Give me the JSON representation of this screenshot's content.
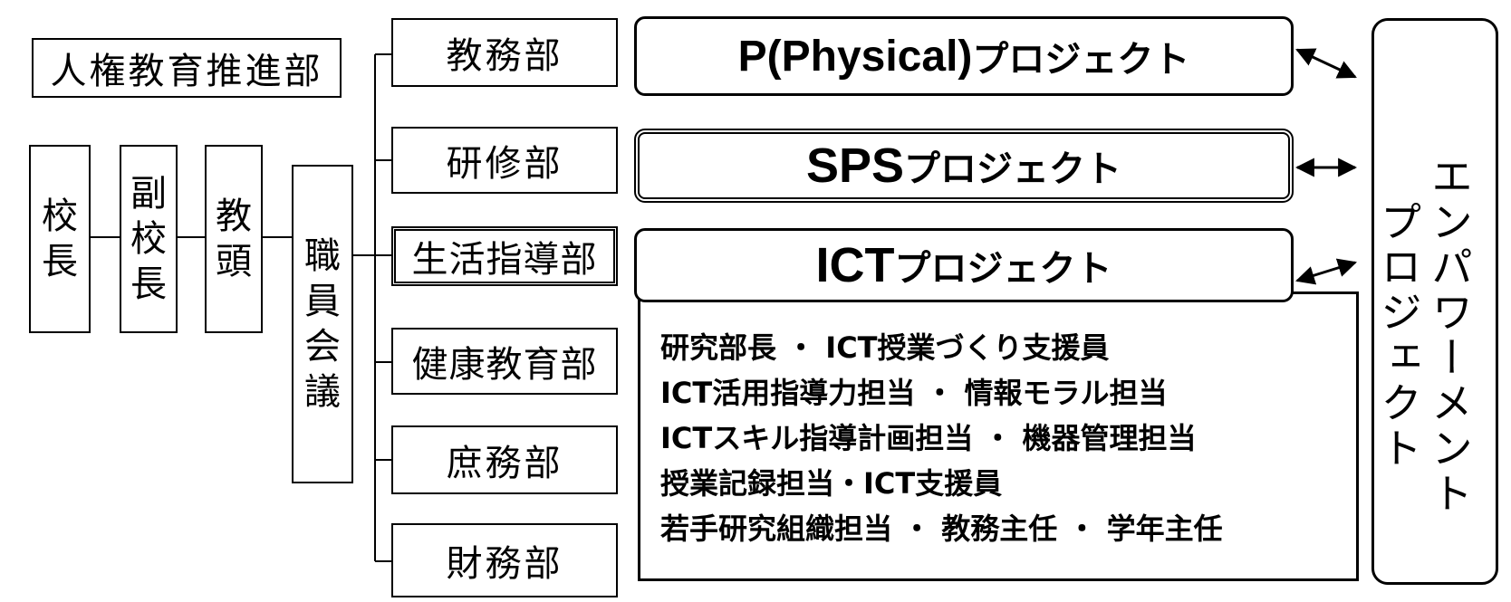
{
  "jinken": "人権教育推進部",
  "chain": {
    "kocho": [
      "校",
      "長"
    ],
    "fukukocho": [
      "副",
      "校",
      "長"
    ],
    "kyoto": [
      "教",
      "頭"
    ],
    "shokuin": [
      "職",
      "員",
      "会",
      "議"
    ]
  },
  "departments": [
    "教務部",
    "研修部",
    "生活指導部",
    "健康教育部",
    "庶務部",
    "財務部"
  ],
  "projects": {
    "p": {
      "big": "P(Physical)",
      "small": "プロジェクト"
    },
    "sps": {
      "big": "SPS",
      "small": "プロジェクト"
    },
    "ict": {
      "big": "ICT",
      "small": "プロジェクト"
    }
  },
  "ict_members": [
    "研究部長 ・ ICT授業づくり支援員",
    "ICT活用指導力担当 ・ 情報モラル担当",
    "ICTスキル指導計画担当 ・ 機器管理担当",
    "授業記録担当・ICT支援員",
    "若手研究組織担当 ・ 教務主任 ・ 学年主任"
  ],
  "empowerment": [
    "エンパワーメント",
    "プロジェクト"
  ]
}
